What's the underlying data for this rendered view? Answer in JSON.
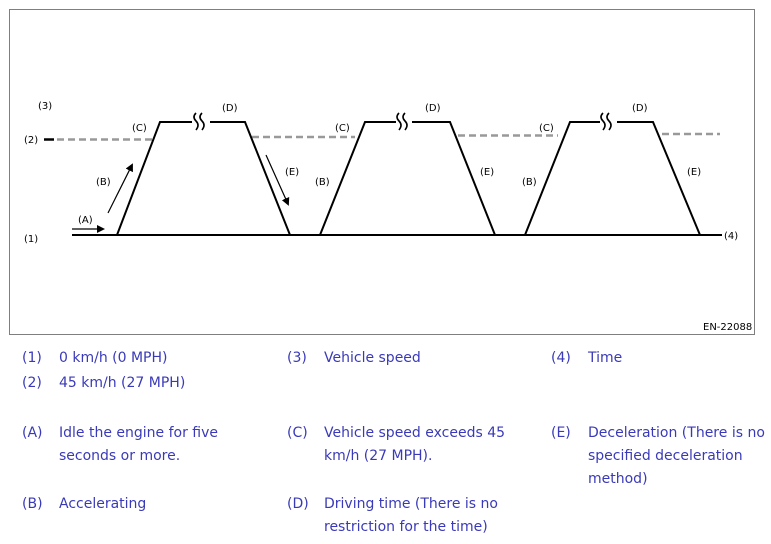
{
  "figure_code": "EN-22088",
  "diagram_labels": {
    "l1": "(1)",
    "l2": "(2)",
    "l3": "(3)",
    "l4": "(4)",
    "A": "(A)",
    "B": "(B)",
    "C": "(C)",
    "D": "(D)",
    "E": "(E)"
  },
  "legend": [
    {
      "id": "leg-1",
      "key": "(1)",
      "text": "0 km/h (0 MPH)"
    },
    {
      "id": "leg-2",
      "key": "(2)",
      "text": "45 km/h (27 MPH)"
    },
    {
      "id": "leg-3",
      "key": "(3)",
      "text": "Vehicle speed"
    },
    {
      "id": "leg-4",
      "key": "(4)",
      "text": "Time"
    },
    {
      "id": "leg-A",
      "key": "(A)",
      "text": "Idle the engine for five seconds or more."
    },
    {
      "id": "leg-B",
      "key": "(B)",
      "text": "Accelerating"
    },
    {
      "id": "leg-C",
      "key": "(C)",
      "text": "Vehicle speed exceeds 45 km/h (27 MPH)."
    },
    {
      "id": "leg-D",
      "key": "(D)",
      "text": "Driving time (There is no restriction for the time)"
    },
    {
      "id": "leg-E",
      "key": "(E)",
      "text": "Deceleration (There is no specified deceleration method)"
    }
  ],
  "colors": {
    "legend_text": "#3a3ab8",
    "threshold_dash": "#999999",
    "line": "#000000",
    "frame": "#7f7f7f"
  }
}
